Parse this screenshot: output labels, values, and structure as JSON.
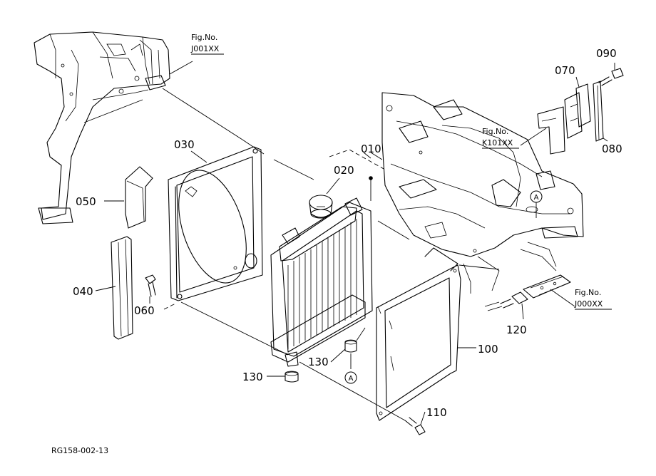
{
  "parts": {
    "p010": "010",
    "p020": "020",
    "p030": "030",
    "p040": "040",
    "p050": "050",
    "p060": "060",
    "p070": "070",
    "p080": "080",
    "p090": "090",
    "p100": "100",
    "p110": "110",
    "p120": "120",
    "p130a": "130",
    "p130b": "130"
  },
  "figrefs": {
    "j001": {
      "line1": "Fig.No.",
      "line2": "J001XX"
    },
    "k101": {
      "line1": "Fig.No.",
      "line2": "K101XX"
    },
    "j000": {
      "line1": "Fig.No.",
      "line2": "J000XX"
    }
  },
  "markers": {
    "a1": "A",
    "a2": "A"
  },
  "drawing_id": "RG158-002-13"
}
